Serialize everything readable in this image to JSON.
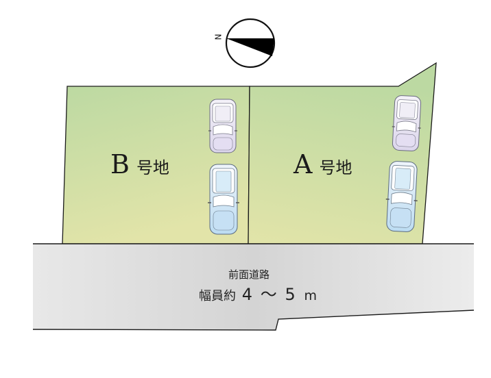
{
  "compass": {
    "north_label": "N",
    "icon": "compass-north-arrow-icon"
  },
  "lots": [
    {
      "id": "B",
      "letter": "B",
      "suffix": "号地",
      "fill_top": "#b8d8a0",
      "fill_bottom": "#e0e3a8",
      "parking_spaces": 2
    },
    {
      "id": "A",
      "letter": "A",
      "suffix": "号地",
      "fill_top": "#b8d8a0",
      "fill_bottom": "#e0e3a8",
      "parking_spaces": 2
    }
  ],
  "road": {
    "title": "前面道路",
    "width_prefix": "幅員約",
    "width_from": "4",
    "tilde": "〜",
    "width_to": "5",
    "unit": "m",
    "fill": "#dcdcdc"
  },
  "colors": {
    "border": "#1a1a1a",
    "car_upper": "#e8e4f0",
    "car_lower": "#cfe4f4"
  }
}
